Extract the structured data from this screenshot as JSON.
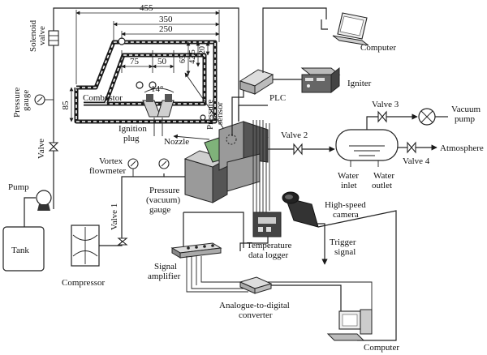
{
  "dimensions": {
    "d455": "455",
    "d350": "350",
    "d250": "250",
    "d75": "75",
    "d50": "50",
    "d65": "65",
    "d42_5": "42.5",
    "d20": "20",
    "d85": "85",
    "angle": "14°"
  },
  "labels": {
    "combustor": "Combustor",
    "ignition_plug": [
      "Ignition",
      "plug"
    ],
    "nozzle": "Nozzle",
    "pressure_sensor": [
      "Pressure",
      "sensor"
    ],
    "plc": "PLC",
    "computer_top": "Computer",
    "igniter": "Igniter",
    "valve3": "Valve 3",
    "vacuum_pump": [
      "Vacuum",
      "pump"
    ],
    "valve2": "Valve 2",
    "valve4": "Valve 4",
    "atmosphere": "Atmosphere",
    "water_inlet": [
      "Water",
      "inlet"
    ],
    "water_outlet": [
      "Water",
      "outlet"
    ],
    "solenoid_valve": [
      "Solenoid",
      "valve"
    ],
    "pressure_gauge": [
      "Pressure",
      "gauge"
    ],
    "valve": "Valve",
    "pump": "Pump",
    "tank": "Tank",
    "vortex_flowmeter": [
      "Vortex",
      "flowmeter"
    ],
    "pressure_vacuum_gauge": [
      "Pressure",
      "(vacuum)",
      "gauge"
    ],
    "valve1": "Valve 1",
    "compressor": "Compressor",
    "high_speed_camera": [
      "High-speed",
      "camera"
    ],
    "temperature_data_logger": [
      "Temperature",
      "data logger"
    ],
    "trigger_signal": [
      "Trigger",
      "signal"
    ],
    "signal_amplifier": [
      "Signal",
      "amplifier"
    ],
    "adc": [
      "Analogue-to-digital",
      "converter"
    ],
    "computer_bottom": "Computer"
  },
  "colors": {
    "ink": "#1a1a1a",
    "fill_dark": "#555555",
    "fill_mid": "#9a9a9a",
    "fill_light": "#cfcfcf",
    "green": "#7fb27a"
  }
}
